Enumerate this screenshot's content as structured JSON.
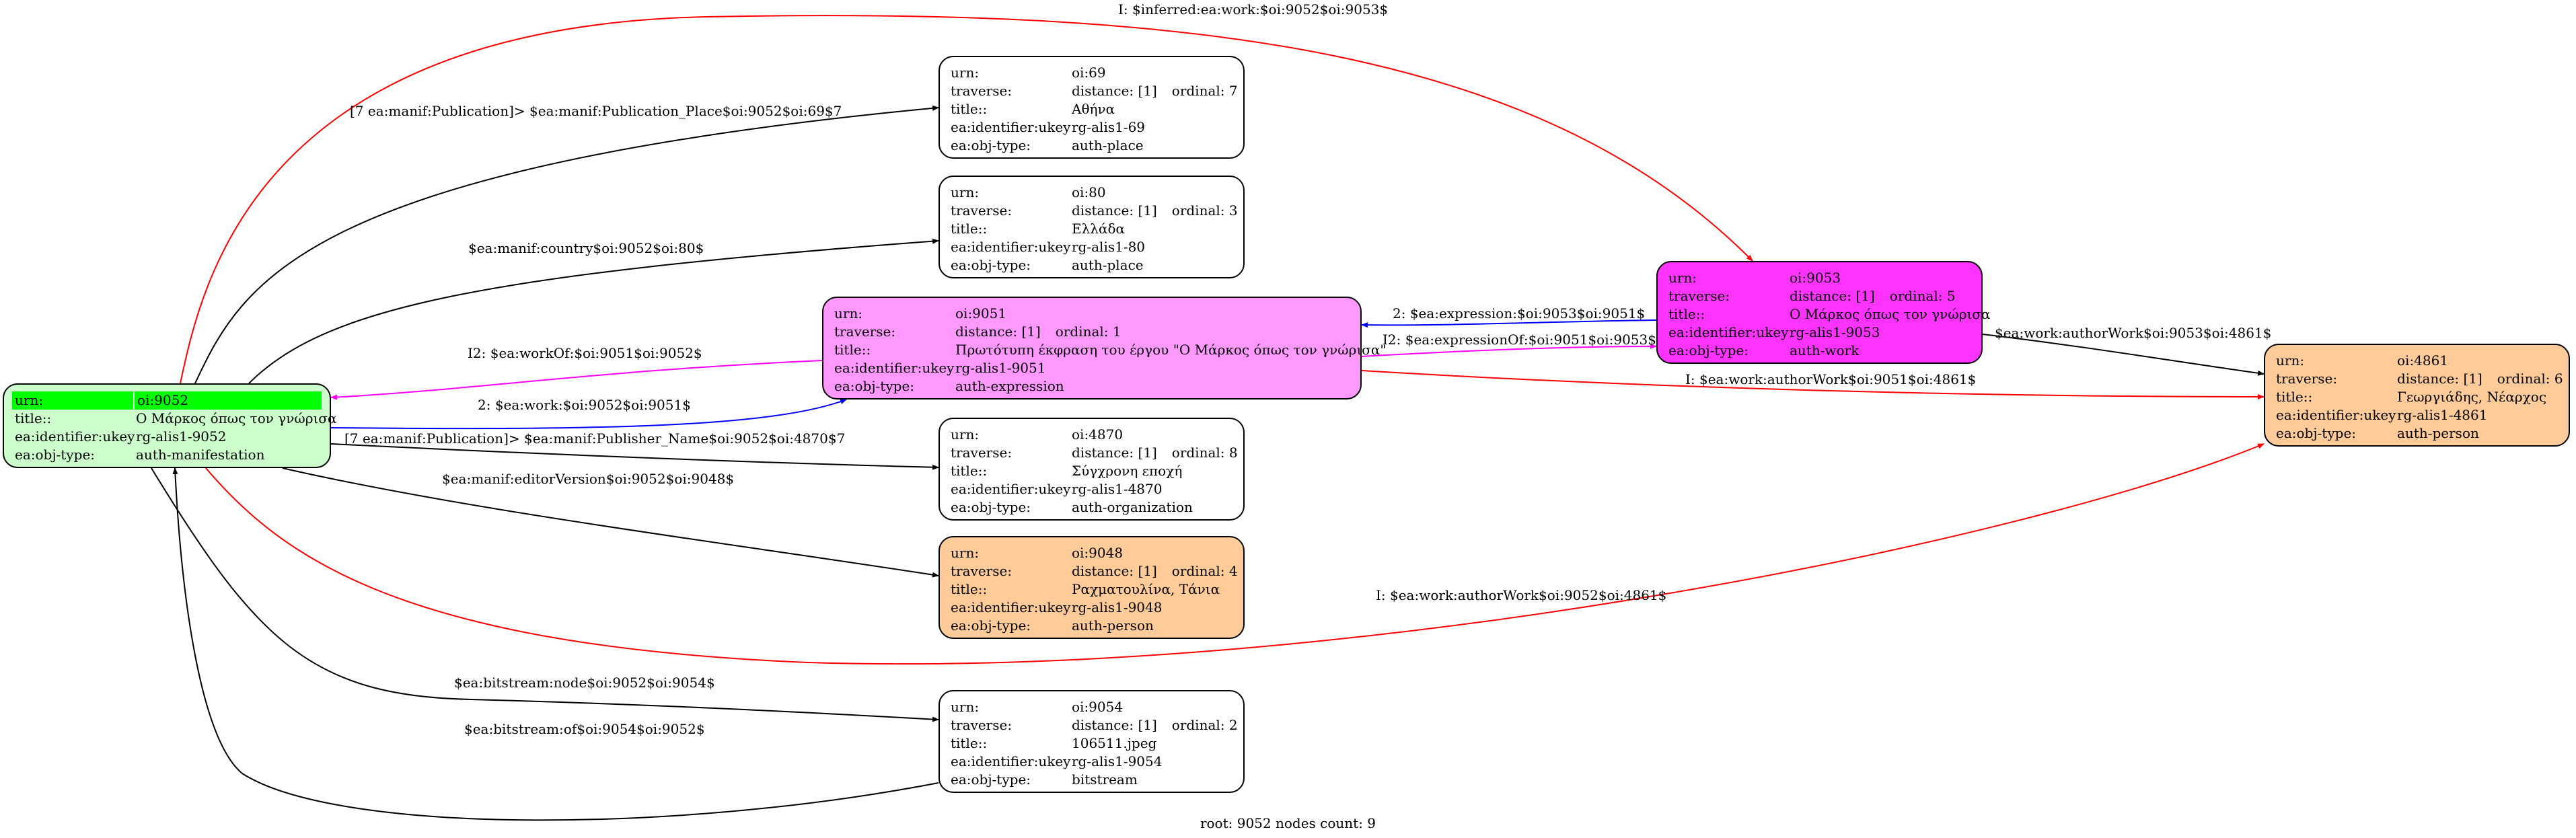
{
  "colors": {
    "white": "#ffffff",
    "root": "#ccffcc",
    "root_highlight": "#00ff00",
    "expression": "#ff99ff",
    "work": "#ff33ff",
    "person": "#ffcc99",
    "edge_black": "#000000",
    "edge_red": "#ff0000",
    "edge_blue": "#0000ff",
    "edge_magenta": "#ff00ff"
  },
  "footer": "root: 9052 nodes count: 9",
  "nodes": [
    {
      "id": "n9052",
      "fill": "root",
      "header_highlight": true,
      "rows": [
        {
          "k": "urn:",
          "v": "oi:9052"
        },
        {
          "k": "title::",
          "v": "Ο Μάρκος όπως τον γνώρισα"
        },
        {
          "k": "ea:identifier:ukey",
          "v": "rg-alis1-9052"
        },
        {
          "k": "ea:obj-type:",
          "v": "auth-manifestation"
        }
      ]
    },
    {
      "id": "n69",
      "fill": "white",
      "rows": [
        {
          "k": "urn:",
          "v": "oi:69"
        },
        {
          "k": "traverse:",
          "v": "distance: [1]",
          "ord": "ordinal: 7"
        },
        {
          "k": "title::",
          "v": "Αθήνα"
        },
        {
          "k": "ea:identifier:ukey",
          "v": "rg-alis1-69"
        },
        {
          "k": "ea:obj-type:",
          "v": "auth-place"
        }
      ]
    },
    {
      "id": "n80",
      "fill": "white",
      "rows": [
        {
          "k": "urn:",
          "v": "oi:80"
        },
        {
          "k": "traverse:",
          "v": "distance: [1]",
          "ord": "ordinal: 3"
        },
        {
          "k": "title::",
          "v": "Ελλάδα"
        },
        {
          "k": "ea:identifier:ukey",
          "v": "rg-alis1-80"
        },
        {
          "k": "ea:obj-type:",
          "v": "auth-place"
        }
      ]
    },
    {
      "id": "n9051",
      "fill": "expression",
      "rows": [
        {
          "k": "urn:",
          "v": "oi:9051"
        },
        {
          "k": "traverse:",
          "v": "distance: [1]",
          "ord": "ordinal: 1"
        },
        {
          "k": "title::",
          "v": "Πρωτότυπη έκφραση του έργου \"Ο Μάρκος όπως τον γνώρισα\""
        },
        {
          "k": "ea:identifier:ukey",
          "v": "rg-alis1-9051"
        },
        {
          "k": "ea:obj-type:",
          "v": "auth-expression"
        }
      ]
    },
    {
      "id": "n9053",
      "fill": "work",
      "rows": [
        {
          "k": "urn:",
          "v": "oi:9053"
        },
        {
          "k": "traverse:",
          "v": "distance: [1]",
          "ord": "ordinal: 5"
        },
        {
          "k": "title::",
          "v": "Ο Μάρκος όπως τον γνώρισα"
        },
        {
          "k": "ea:identifier:ukey",
          "v": "rg-alis1-9053"
        },
        {
          "k": "ea:obj-type:",
          "v": "auth-work"
        }
      ]
    },
    {
      "id": "n4861",
      "fill": "person",
      "rows": [
        {
          "k": "urn:",
          "v": "oi:4861"
        },
        {
          "k": "traverse:",
          "v": "distance: [1]",
          "ord": "ordinal: 6"
        },
        {
          "k": "title::",
          "v": "Γεωργιάδης, Νέαρχος"
        },
        {
          "k": "ea:identifier:ukey",
          "v": "rg-alis1-4861"
        },
        {
          "k": "ea:obj-type:",
          "v": "auth-person"
        }
      ]
    },
    {
      "id": "n4870",
      "fill": "white",
      "rows": [
        {
          "k": "urn:",
          "v": "oi:4870"
        },
        {
          "k": "traverse:",
          "v": "distance: [1]",
          "ord": "ordinal: 8"
        },
        {
          "k": "title::",
          "v": "Σύγχρονη εποχή"
        },
        {
          "k": "ea:identifier:ukey",
          "v": "rg-alis1-4870"
        },
        {
          "k": "ea:obj-type:",
          "v": "auth-organization"
        }
      ]
    },
    {
      "id": "n9048",
      "fill": "person",
      "rows": [
        {
          "k": "urn:",
          "v": "oi:9048"
        },
        {
          "k": "traverse:",
          "v": "distance: [1]",
          "ord": "ordinal: 4"
        },
        {
          "k": "title::",
          "v": "Ραχματουλίνα, Τάνια"
        },
        {
          "k": "ea:identifier:ukey",
          "v": "rg-alis1-9048"
        },
        {
          "k": "ea:obj-type:",
          "v": "auth-person"
        }
      ]
    },
    {
      "id": "n9054",
      "fill": "white",
      "rows": [
        {
          "k": "urn:",
          "v": "oi:9054"
        },
        {
          "k": "traverse:",
          "v": "distance: [1]",
          "ord": "ordinal: 2"
        },
        {
          "k": "title::",
          "v": "106511.jpeg"
        },
        {
          "k": "ea:identifier:ukey",
          "v": "rg-alis1-9054"
        },
        {
          "k": "ea:obj-type:",
          "v": "bitstream"
        }
      ]
    }
  ],
  "edges": [
    {
      "id": "e-inferred-work",
      "color": "edge_red",
      "label": "I: $inferred:ea:work:$oi:9052$oi:9053$"
    },
    {
      "id": "e-pub-place",
      "color": "edge_black",
      "label": "[7 ea:manif:Publication]> $ea:manif:Publication_Place$oi:9052$oi:69$7"
    },
    {
      "id": "e-country",
      "color": "edge_black",
      "label": "$ea:manif:country$oi:9052$oi:80$"
    },
    {
      "id": "e-workof",
      "color": "edge_magenta",
      "label": "I2: $ea:workOf:$oi:9051$oi:9052$"
    },
    {
      "id": "e-work",
      "color": "edge_blue",
      "label": "2: $ea:work:$oi:9052$oi:9051$"
    },
    {
      "id": "e-expression",
      "color": "edge_blue",
      "label": "2: $ea:expression:$oi:9053$oi:9051$"
    },
    {
      "id": "e-expressionof",
      "color": "edge_magenta",
      "label": "I2: $ea:expressionOf:$oi:9051$oi:9053$"
    },
    {
      "id": "e-authorwork-9053",
      "color": "edge_black",
      "label": "$ea:work:authorWork$oi:9053$oi:4861$"
    },
    {
      "id": "e-authorwork-9051",
      "color": "edge_red",
      "label": "I: $ea:work:authorWork$oi:9051$oi:4861$"
    },
    {
      "id": "e-publisher",
      "color": "edge_black",
      "label": "[7 ea:manif:Publication]> $ea:manif:Publisher_Name$oi:9052$oi:4870$7"
    },
    {
      "id": "e-editor",
      "color": "edge_black",
      "label": "$ea:manif:editorVersion$oi:9052$oi:9048$"
    },
    {
      "id": "e-authorwork-9052",
      "color": "edge_red",
      "label": "I: $ea:work:authorWork$oi:9052$oi:4861$"
    },
    {
      "id": "e-bitstream-node",
      "color": "edge_black",
      "label": "$ea:bitstream:node$oi:9052$oi:9054$"
    },
    {
      "id": "e-bitstream-of",
      "color": "edge_black",
      "label": "$ea:bitstream:of$oi:9054$oi:9052$"
    }
  ]
}
